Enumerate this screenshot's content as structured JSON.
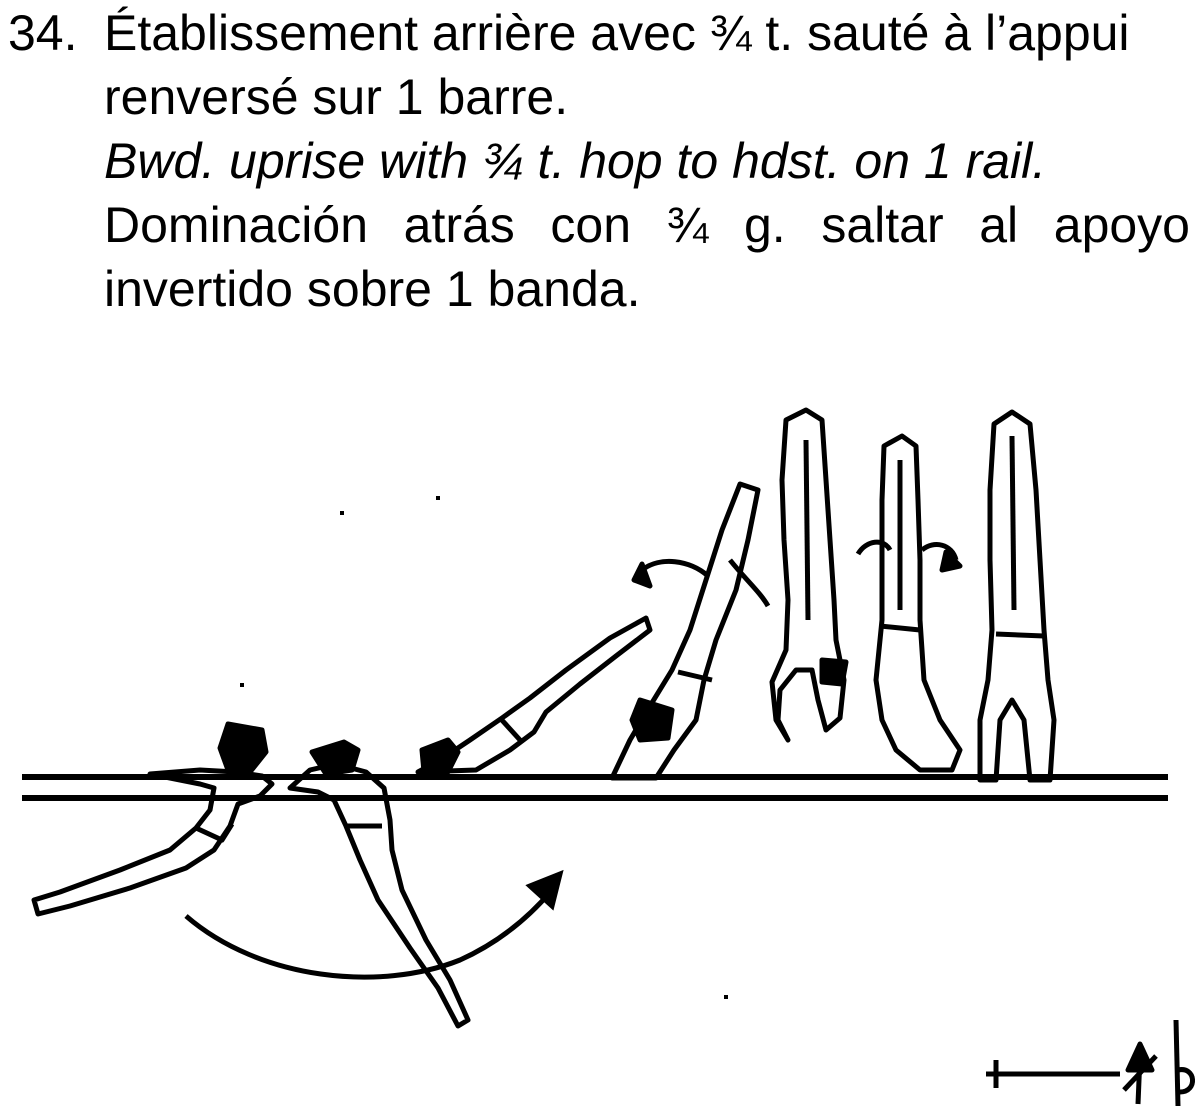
{
  "element": {
    "number": "34.",
    "french": {
      "line1": "Établissement arrière avec ¾ t. sauté à l’appui",
      "line2": "renversé sur 1 barre."
    },
    "english": "Bwd. uprise with ¾ t. hop to hdst. on 1 rail.",
    "spanish": {
      "line1": "Dominación atrás con ¾ g. saltar al apoyo",
      "line2": "invertido sobre 1 banda."
    }
  },
  "illustration": {
    "subject": "gymnast-sequence",
    "apparatus": "parallel-bars",
    "ink_color": "#000000",
    "background_color": "#ffffff"
  }
}
